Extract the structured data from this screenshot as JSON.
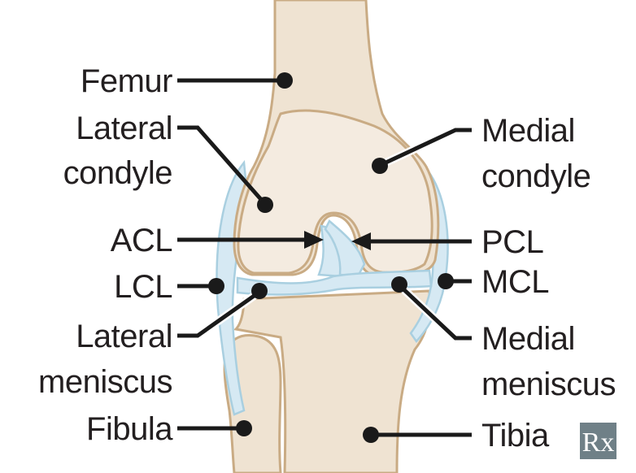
{
  "labels": {
    "femur": "Femur",
    "lateral_condyle_1": "Lateral",
    "lateral_condyle_2": "condyle",
    "medial_condyle_1": "Medial",
    "medial_condyle_2": "condyle",
    "acl": "ACL",
    "pcl": "PCL",
    "lcl": "LCL",
    "mcl": "MCL",
    "lateral_meniscus_1": "Lateral",
    "lateral_meniscus_2": "meniscus",
    "medial_meniscus_1": "Medial",
    "medial_meniscus_2": "meniscus",
    "fibula": "Fibula",
    "tibia": "Tibia"
  },
  "logo": {
    "text": "Rx",
    "color": "#6f8087"
  },
  "colors": {
    "bone": "#efe3d2",
    "bone_outline": "#c9ab84",
    "ligament": "#d6e9f3",
    "ligament_outline": "#a9cfe0",
    "leader": "#1a1a1a"
  }
}
